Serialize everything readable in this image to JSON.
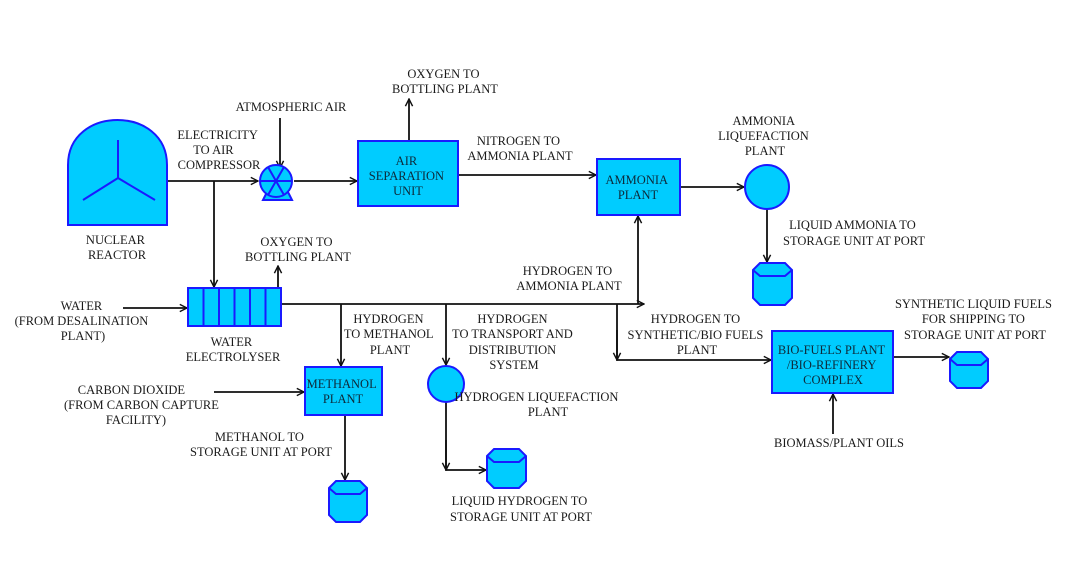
{
  "colors": {
    "unit_fill": "#00ccff",
    "unit_stroke": "#1a1aff",
    "line": "#111111",
    "text": "#1a1a1a"
  },
  "units": {
    "nuclear_reactor": [
      "NUCLEAR",
      "REACTOR"
    ],
    "air_separation": [
      "AIR",
      "SEPARATION",
      "UNIT"
    ],
    "ammonia_plant": [
      "AMMONIA",
      "PLANT"
    ],
    "ammonia_liquefaction": [
      "AMMONIA",
      "LIQUEFACTION",
      "PLANT"
    ],
    "water_electrolyser": [
      "WATER",
      "ELECTROLYSER"
    ],
    "methanol_plant": [
      "METHANOL",
      "PLANT"
    ],
    "hydrogen_liquefaction": [
      "HYDROGEN LIQUEFACTION",
      "PLANT"
    ],
    "biofuels_plant": [
      "BIO-FUELS PLANT",
      "/BIO-REFINERY",
      "COMPLEX"
    ]
  },
  "flows": {
    "electricity": [
      "ELECTRICITY",
      "TO AIR",
      "COMPRESSOR"
    ],
    "atmospheric_air": [
      "ATMOSPHERIC AIR"
    ],
    "oxygen_asu": [
      "OXYGEN TO",
      "BOTTLING PLANT"
    ],
    "nitrogen": [
      "NITROGEN TO",
      "AMMONIA PLANT"
    ],
    "liquid_ammonia": [
      "LIQUID AMMONIA TO",
      "STORAGE UNIT AT PORT"
    ],
    "oxygen_electrolyser": [
      "OXYGEN TO",
      "BOTTLING PLANT"
    ],
    "water_in": [
      "WATER",
      "(FROM DESALINATION",
      "PLANT)"
    ],
    "hydrogen_ammonia": [
      "HYDROGEN TO",
      "AMMONIA PLANT"
    ],
    "hydrogen_methanol": [
      "HYDROGEN",
      "TO METHANOL",
      "PLANT"
    ],
    "hydrogen_transport": [
      "HYDROGEN",
      "TO TRANSPORT AND",
      "DISTRIBUTION",
      "SYSTEM"
    ],
    "hydrogen_biofuels": [
      "HYDROGEN TO",
      "SYNTHETIC/BIO FUELS",
      "PLANT"
    ],
    "synthetic_fuels": [
      "SYNTHETIC LIQUID FUELS",
      "FOR SHIPPING TO",
      "STORAGE UNIT AT PORT"
    ],
    "carbon_dioxide": [
      "CARBON DIOXIDE",
      "(FROM CARBON CAPTURE",
      "FACILITY)"
    ],
    "methanol_out": [
      "METHANOL TO",
      "STORAGE UNIT AT PORT"
    ],
    "liquid_hydrogen": [
      "LIQUID HYDROGEN TO",
      "STORAGE UNIT AT PORT"
    ],
    "biomass": [
      "BIOMASS/PLANT OILS"
    ]
  }
}
